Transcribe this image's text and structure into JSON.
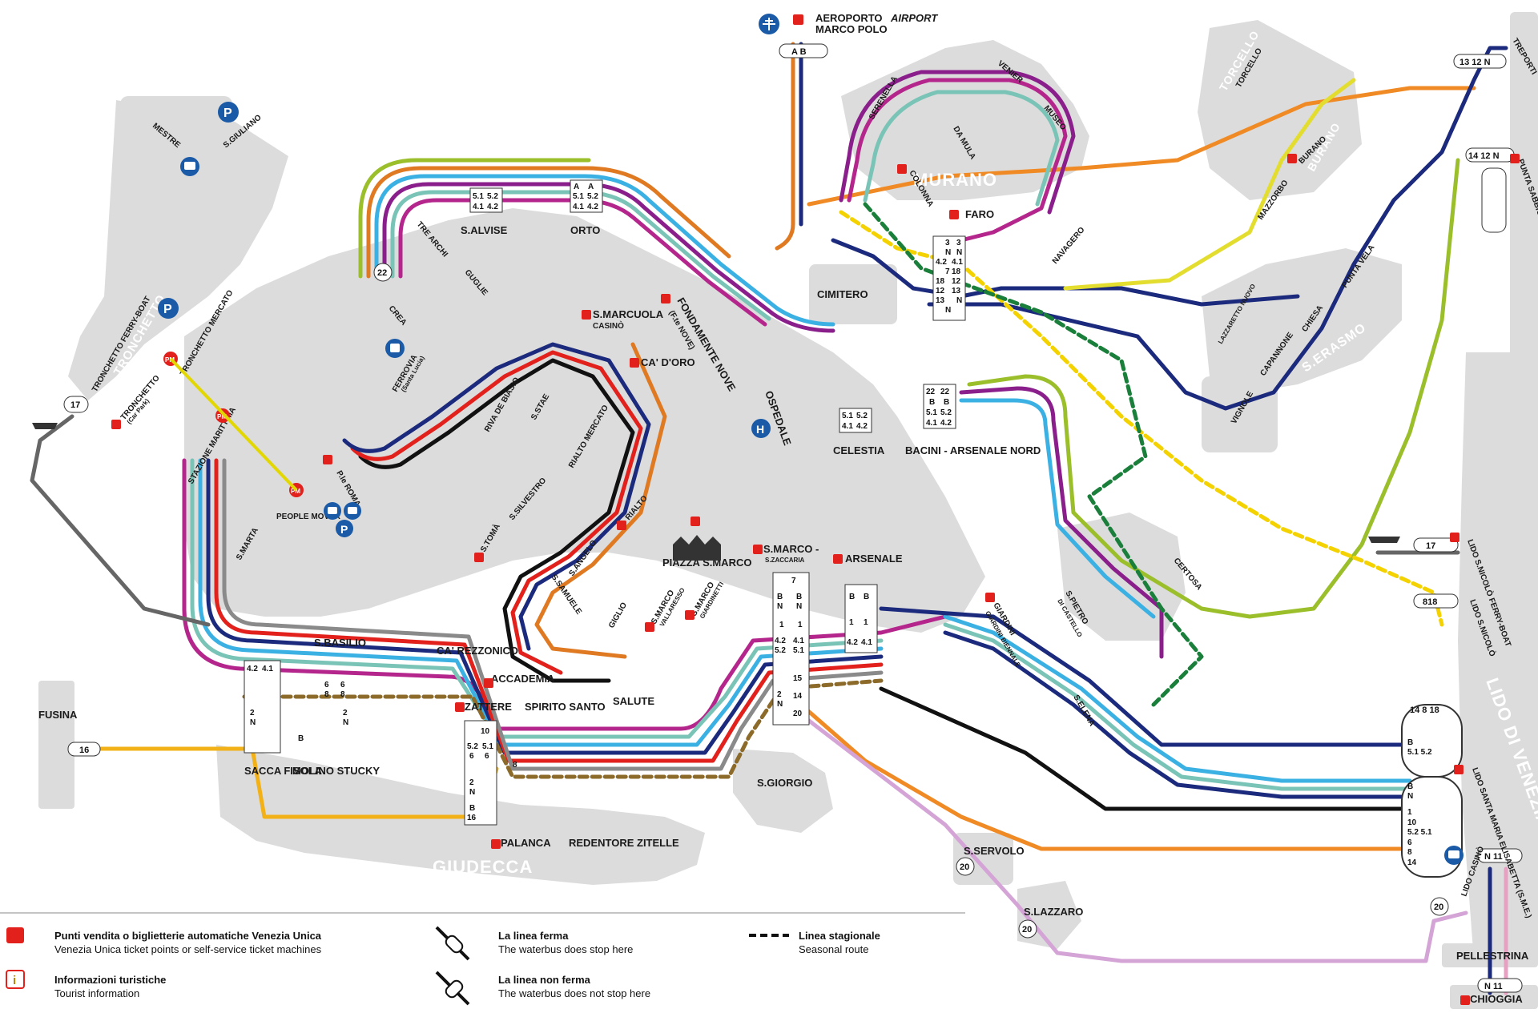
{
  "islands": {
    "murano": "MURANO",
    "giudecca": "GIUDECCA",
    "lido": "LIDO DI VENEZIA",
    "serasmo": "S.ERASMO",
    "burano": "BURANO",
    "torcello": "TORCELLO",
    "tronchetto": "TRONCHETTO"
  },
  "stops": {
    "aeroporto": "AEROPORTO",
    "airport": "AIRPORT",
    "marco_polo": "MARCO POLO",
    "sgiuliano": "S.GIULIANO",
    "mestre": "MESTRE",
    "salvise": "S.ALVISE",
    "orto": "ORTO",
    "tre_archi": "TRE ARCHI",
    "guglie": "GUGLIE",
    "crea": "CREA",
    "smarcuola": "S.MARCUOLA",
    "casino": "CASINÒ",
    "ca_doro": "CA' D'ORO",
    "fondamente_nove": "FONDAMENTE NOVE",
    "fte_nove": "(F.te NOVE)",
    "cimitero": "CIMITERO",
    "ospedale": "OSPEDALE",
    "celestia": "CELESTIA",
    "bacini": "BACINI - ARSENALE NORD",
    "serenella": "SERENELLA",
    "venier": "VENIER",
    "museo": "MUSEO",
    "da_mula": "DA MULA",
    "colonna": "COLONNA",
    "faro": "FARO",
    "navagero": "NAVAGERO",
    "mazzorbo": "MAZZORBO",
    "burano_stop": "BURANO",
    "torcello_stop": "TORCELLO",
    "treporti": "TREPORTI",
    "punta_sabbioni": "PUNTA SABBIONI",
    "lazzaretto_nuovo": "LAZZARETTO NUOVO",
    "capannone": "CAPANNONE",
    "chiesa": "CHIESA",
    "punta_vela": "PUNTA VELA",
    "vignole": "VIGNOLE",
    "certosa": "CERTOSA",
    "spietro": "S.PIETRO",
    "di_castello": "DI CASTELLO",
    "giardini": "GIARDINI",
    "giardini_biennale": "GIARDINI BIENNALE",
    "selena": "S.ELENA",
    "tronchetto_ferry": "TRONCHETTO FERRY-BOAT",
    "tronchetto_stop": "TRONCHETTO",
    "car_park": "(Car Park)",
    "tronchetto_mercato": "TRONCHETTO MERCATO",
    "stazione_marittima": "STAZIONE MARITTIMA",
    "ferrovia": "FERROVIA",
    "santa_lucia": "(Santa Lucia)",
    "riva_de_biasio": "RIVA DE BIASIO",
    "piazzale_roma": "P.le ROMA",
    "people_mover": "PEOPLE MOVER",
    "smarta": "S.MARTA",
    "sstae": "S.STAE",
    "rialto_mercato": "RIALTO MERCATO",
    "rialto": "RIALTO",
    "stoma": "S.TOMÀ",
    "ssilvestro": "S.SILVESTRO",
    "sangelo": "S.ANGELO",
    "ssamuele": "S.SAMUELE",
    "ca_rezzonico": "CA' REZZONICO",
    "accademia": "ACCADEMIA",
    "giglio": "GIGLIO",
    "smarco_vallaresso": "S.MARCO",
    "vallaresso": "VALLARESSO",
    "smarco_giardinetti": "S.MARCO",
    "giardinetti": "GIARDINETTI",
    "piazza_smarco": "PIAZZA S.MARCO",
    "salute": "SALUTE",
    "smarco_zaccaria": "S.MARCO -",
    "zaccaria": "S.ZACCARIA",
    "arsenale": "ARSENALE",
    "sbasilio": "S.BASILIO",
    "fusina": "FUSINA",
    "sacca_fisola": "SACCA FISOLA",
    "molino_stucky": "MOLINO STUCKY",
    "zattere": "ZATTERE",
    "spirito_santo": "SPIRITO SANTO",
    "palanca": "PALANCA",
    "redentore": "REDENTORE",
    "zitelle": "ZITELLE",
    "sgiorgio": "S.GIORGIO",
    "sservolo": "S.SERVOLO",
    "slazzaro": "S.LAZZARO",
    "lido_ferry": "LIDO S.NICOLÒ FERRY-BOAT",
    "lido_snicolo": "LIDO S.NICOLÒ",
    "lido_sme": "LIDO SANTA MARIA ELISABETTA (S.M.E.)",
    "lido_casino": "LIDO CASINÒ",
    "pellestrina": "PELLESTRINA",
    "chioggia": "CHIOGGIA"
  },
  "pills": {
    "ab": "A  B",
    "l16": "16",
    "l17w": "17",
    "l17e": "17",
    "l818": "818",
    "l13_12n": "13   12 N",
    "l14_12n": "14 12 N",
    "sm_top": "14 8  18",
    "n11a": "N  11",
    "n11b": "N  11",
    "l20a": "20",
    "l20b": "20",
    "l20c": "20",
    "l22": "22"
  },
  "blocks": {
    "salvise": [
      "5.1",
      "4.1",
      "5.2",
      "4.2"
    ],
    "orto": [
      "A",
      "5.1",
      "4.1",
      "A",
      "5.2",
      "4.2"
    ],
    "celestia": [
      "5.1",
      "4.1",
      "5.2",
      "4.2"
    ],
    "bacini": [
      "22",
      "B",
      "5.1",
      "4.1",
      "22",
      "B",
      "5.2",
      "4.2"
    ],
    "faro": [
      "3",
      "N",
      "4.2",
      "7",
      "18",
      "12",
      "13",
      "N",
      "3",
      "N",
      "4.1",
      "18",
      "12",
      "13",
      "N"
    ],
    "sbasilio": [
      "4.2",
      "4.1",
      "6",
      "8",
      "6",
      "8",
      "2",
      "N",
      "2",
      "N",
      "B"
    ],
    "zattere": [
      "10",
      "5.2",
      "5.1",
      "6",
      "6",
      "2",
      "N",
      "8",
      "B",
      "16"
    ],
    "arsenale": [
      "B",
      "B",
      "1",
      "1",
      "4.2",
      "4.1"
    ],
    "smarco": [
      "7",
      "B",
      "N",
      "1",
      "4.2",
      "5.2",
      "2",
      "N",
      "15",
      "14",
      "20",
      "B",
      "N",
      "1",
      "4.1",
      "5.1"
    ],
    "sme": [
      "B",
      "N",
      "1",
      "10",
      "5.2 5.1",
      "6",
      "8",
      "14"
    ],
    "snicolo": [
      "B",
      "5.1 5.2"
    ]
  },
  "legend": {
    "ticket_title": "Punti vendita o biglietterie automatiche Venezia Unica",
    "ticket_sub": "Venezia Unica ticket points or self-service ticket machines",
    "info_title": "Informazioni turistiche",
    "info_sub": "Tourist information",
    "stop_title": "La linea ferma",
    "stop_sub": "The waterbus does stop here",
    "nostop_title": "La linea non ferma",
    "nostop_sub": "The waterbus does not stop here",
    "seasonal_title": "Linea stagionale",
    "seasonal_sub": "Seasonal route"
  },
  "badges": {
    "parking": "P",
    "hospital": "H",
    "pm": "PM",
    "info": "i"
  },
  "colors": {
    "land": "#dcdcdc",
    "l1": "#111111",
    "l2": "#e2211c",
    "l3": "#b4268c",
    "l41": "#8a1f8c",
    "l51": "#3bb1e3",
    "l6": "#79c4b6",
    "lN": "#1b2a7c",
    "l12": "#f08a24",
    "l13": "#1b2a7c",
    "lA": "#e07a22",
    "lB": "#1b2a7c",
    "l8": "#8a8a8a",
    "l10": "#5fb0e0",
    "l16": "#f2b117",
    "l17": "#666666",
    "l20": "#d4a4d6",
    "l22": "#9bbf2a",
    "l9": "#e3dd30",
    "seasonal_green": "#1a7f3a",
    "seasonal_yellow": "#f4d200",
    "seasonal_brown": "#8c6a2a",
    "ticket_red": "#e2211c",
    "icon_blue": "#1a5aa6"
  }
}
